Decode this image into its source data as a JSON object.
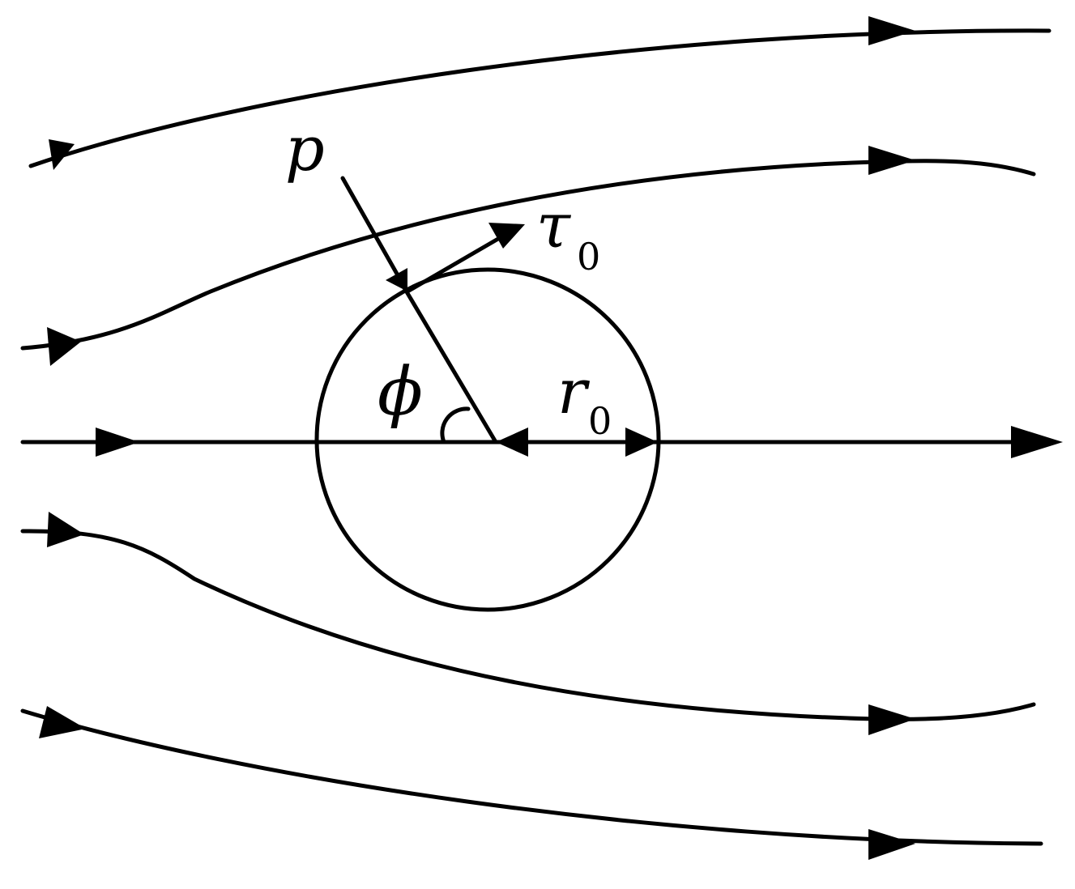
{
  "labels": {
    "pressure": "p",
    "shear_stress": "τ",
    "shear_stress_subscript": "0",
    "angle": "ϕ",
    "radius": "r",
    "radius_subscript": "0"
  },
  "colors": {
    "ink": "#000000",
    "background": "#ffffff"
  }
}
